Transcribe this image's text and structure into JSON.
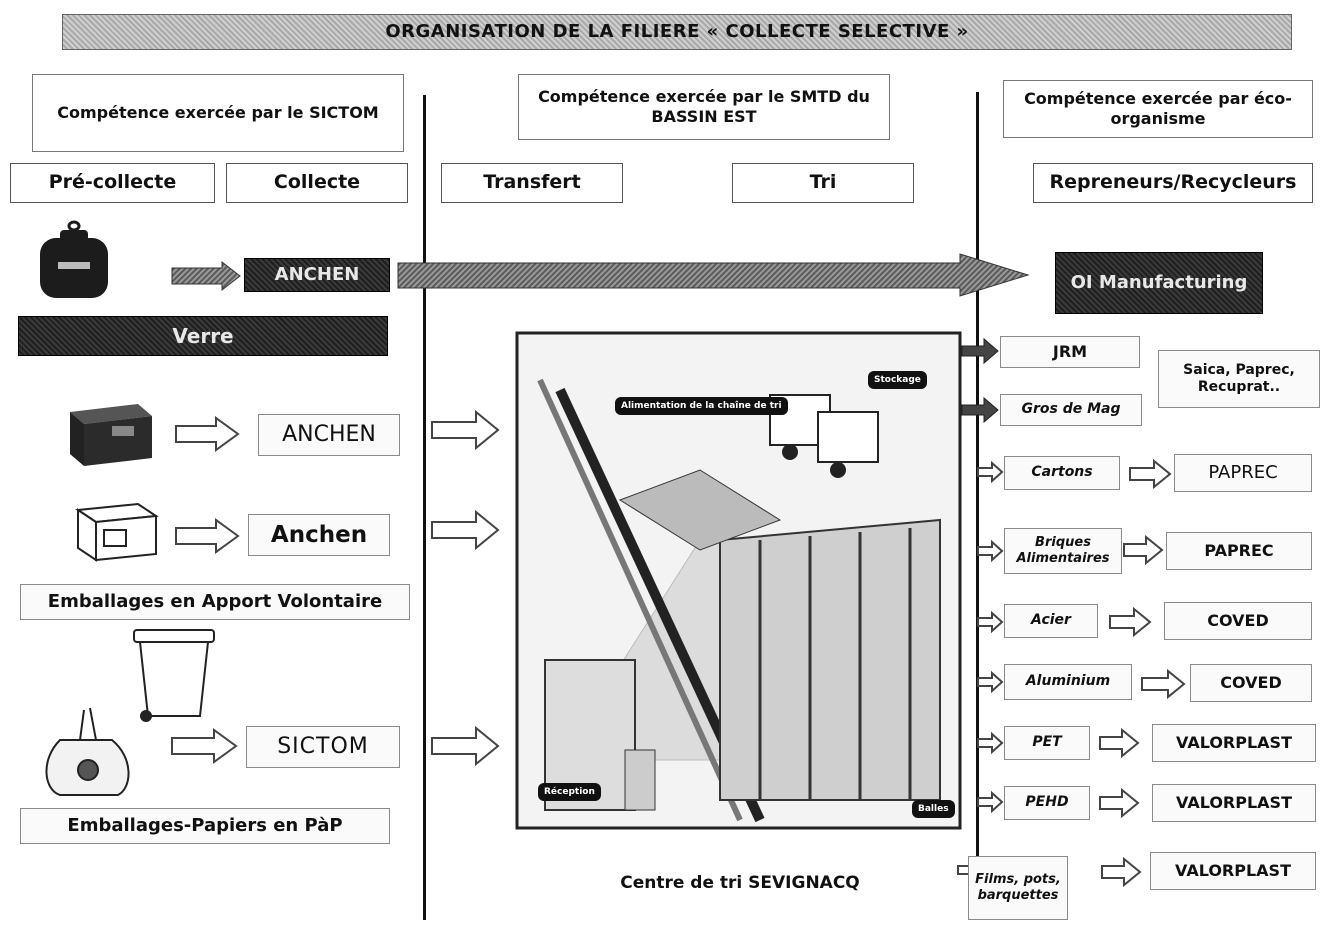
{
  "title": "ORGANISATION DE LA FILIERE « COLLECTE SELECTIVE »",
  "competences": {
    "sictom": "Compétence exercée par le SICTOM",
    "smtd": "Compétence exercée par le SMTD du BASSIN EST",
    "eco": "Compétence exercée par éco-organisme"
  },
  "stages": {
    "precollecte": "Pré-collecte",
    "collecte": "Collecte",
    "transfert": "Transfert",
    "tri": "Tri",
    "repreneurs": "Repreneurs/Recycleurs"
  },
  "verre": {
    "collector": "ANCHEN",
    "label": "Verre",
    "destination": "OI Manufacturing"
  },
  "apport": {
    "collector1": "ANCHEN",
    "collector2": "Anchen",
    "label": "Emballages en Apport Volontaire"
  },
  "pap": {
    "collector": "SICTOM",
    "label": "Emballages-Papiers en PàP"
  },
  "centre": {
    "caption": "Centre de tri SEVIGNACQ",
    "tags": [
      "Réception",
      "Alimentation de la chaîne de tri",
      "Stockage",
      "Balles"
    ]
  },
  "recyclers": {
    "jrm": "JRM",
    "gros_mag": "Gros de Mag",
    "others": "Saica, Paprec, Recuprat..",
    "rows": [
      {
        "material": "Cartons",
        "recycler": "PAPREC"
      },
      {
        "material": "Briques Alimentaires",
        "recycler": "PAPREC"
      },
      {
        "material": "Acier",
        "recycler": "COVED"
      },
      {
        "material": "Aluminium",
        "recycler": "COVED"
      },
      {
        "material": "PET",
        "recycler": "VALORPLAST"
      },
      {
        "material": "PEHD",
        "recycler": "VALORPLAST"
      },
      {
        "material": "Films, pots, barquettes",
        "recycler": "VALORPLAST"
      }
    ]
  }
}
